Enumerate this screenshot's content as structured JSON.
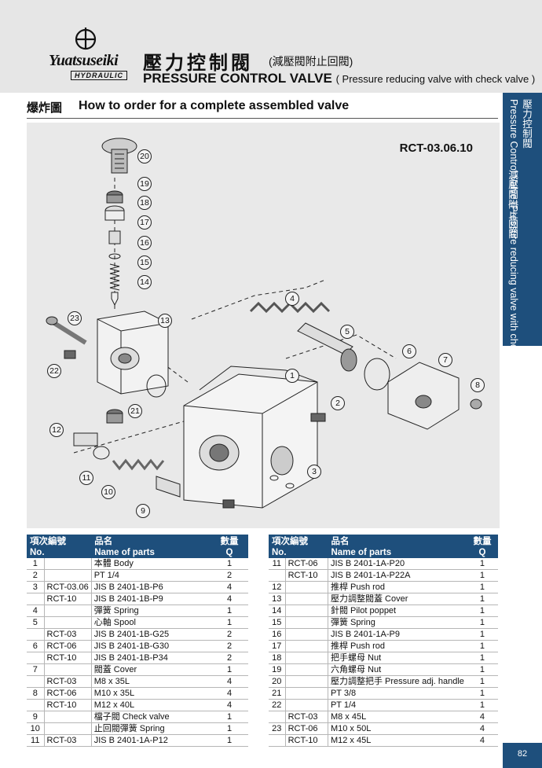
{
  "header": {
    "brand": "Yuatsuseiki",
    "brand_sub": "HYDRAULIC",
    "title_zh": "壓力控制閥",
    "title_zh_sub": "(減壓閥附止回閥)",
    "title_en": "PRESSURE CONTROL VALVE",
    "title_en_sub": "( Pressure reducing valve with check valve )"
  },
  "side_tab": {
    "zh_1": "壓力控制閥",
    "zh_2": "減壓閥附止回閥",
    "en": "Pressure Control Valve (Pressure reducing valve with check valve)"
  },
  "section": {
    "zh": "爆炸圖",
    "en": "How to order for a complete assembled valve"
  },
  "drawing": {
    "model": "RCT-03.06.10",
    "callouts": [
      "1",
      "2",
      "3",
      "4",
      "5",
      "6",
      "7",
      "8",
      "9",
      "10",
      "11",
      "12",
      "13",
      "14",
      "15",
      "16",
      "17",
      "18",
      "19",
      "20",
      "21",
      "22",
      "23"
    ]
  },
  "table_headers": {
    "no_zh": "項次編號",
    "no_en": "No.",
    "name_zh": "品名",
    "name_en": "Name of parts",
    "q_zh": "數量",
    "q_en": "Q"
  },
  "left_rows": [
    {
      "no": "1",
      "sub": "",
      "name": "本體 Body",
      "q": "1"
    },
    {
      "no": "2",
      "sub": "",
      "name": "PT 1/4",
      "q": "2"
    },
    {
      "no": "3",
      "sub": "RCT-03.06",
      "name": "JIS B 2401-1B-P6",
      "q": "4"
    },
    {
      "no": "",
      "sub": "RCT-10",
      "name": "JIS B 2401-1B-P9",
      "q": "4"
    },
    {
      "no": "4",
      "sub": "",
      "name": "彈簧 Spring",
      "q": "1"
    },
    {
      "no": "5",
      "sub": "",
      "name": "心軸 Spool",
      "q": "1"
    },
    {
      "no": "",
      "sub": "RCT-03",
      "name": "JIS B 2401-1B-G25",
      "q": "2"
    },
    {
      "no": "6",
      "sub": "RCT-06",
      "name": "JIS B 2401-1B-G30",
      "q": "2"
    },
    {
      "no": "",
      "sub": "RCT-10",
      "name": "JIS B 2401-1B-P34",
      "q": "2"
    },
    {
      "no": "7",
      "sub": "",
      "name": "閥蓋 Cover",
      "q": "1"
    },
    {
      "no": "",
      "sub": "RCT-03",
      "name": "M8 x 35L",
      "q": "4"
    },
    {
      "no": "8",
      "sub": "RCT-06",
      "name": "M10 x 35L",
      "q": "4"
    },
    {
      "no": "",
      "sub": "RCT-10",
      "name": "M12 x 40L",
      "q": "4"
    },
    {
      "no": "9",
      "sub": "",
      "name": "檔子閥 Check valve",
      "q": "1"
    },
    {
      "no": "10",
      "sub": "",
      "name": "止回閥彈簧 Spring",
      "q": "1"
    },
    {
      "no": "11",
      "sub": "RCT-03",
      "name": "JIS B 2401-1A-P12",
      "q": "1"
    }
  ],
  "right_rows": [
    {
      "no": "11",
      "sub": "RCT-06",
      "name": "JIS B 2401-1A-P20",
      "q": "1"
    },
    {
      "no": "",
      "sub": "RCT-10",
      "name": "JIS B 2401-1A-P22A",
      "q": "1"
    },
    {
      "no": "12",
      "sub": "",
      "name": "推桿 Push rod",
      "q": "1"
    },
    {
      "no": "13",
      "sub": "",
      "name": "壓力調整閥蓋 Cover",
      "q": "1"
    },
    {
      "no": "14",
      "sub": "",
      "name": "針閥 Pilot poppet",
      "q": "1"
    },
    {
      "no": "15",
      "sub": "",
      "name": "彈簧 Spring",
      "q": "1"
    },
    {
      "no": "16",
      "sub": "",
      "name": "JIS B 2401-1A-P9",
      "q": "1"
    },
    {
      "no": "17",
      "sub": "",
      "name": "推桿 Push rod",
      "q": "1"
    },
    {
      "no": "18",
      "sub": "",
      "name": "把手螺母 Nut",
      "q": "1"
    },
    {
      "no": "19",
      "sub": "",
      "name": "六角螺母 Nut",
      "q": "1"
    },
    {
      "no": "20",
      "sub": "",
      "name": "壓力調整把手 Pressure adj. handle",
      "q": "1"
    },
    {
      "no": "21",
      "sub": "",
      "name": "PT 3/8",
      "q": "1"
    },
    {
      "no": "22",
      "sub": "",
      "name": "PT 1/4",
      "q": "1"
    },
    {
      "no": "",
      "sub": "RCT-03",
      "name": "M8 x 45L",
      "q": "4"
    },
    {
      "no": "23",
      "sub": "RCT-06",
      "name": "M10 x 50L",
      "q": "4"
    },
    {
      "no": "",
      "sub": "RCT-10",
      "name": "M12 x 45L",
      "q": "4"
    }
  ],
  "page_number": "82"
}
